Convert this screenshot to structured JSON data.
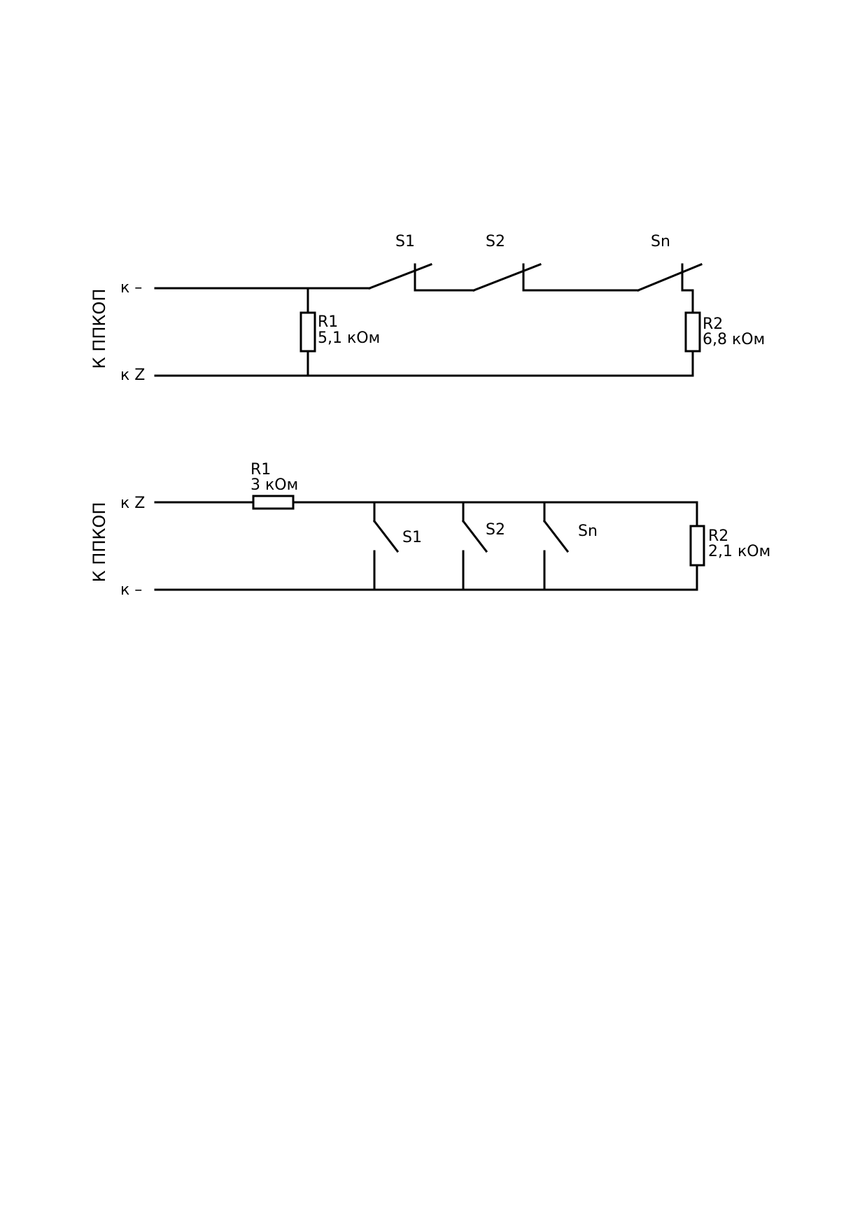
{
  "circuit1": {
    "side_label": "К ППКОП",
    "term_top": "к –",
    "term_bottom": "к Z",
    "r1": {
      "name": "R1",
      "value": "5,1 кОм"
    },
    "r2": {
      "name": "R2",
      "value": "6,8 кОм"
    },
    "switches": [
      "S1",
      "S2",
      "Sn"
    ]
  },
  "circuit2": {
    "side_label": "К ППКОП",
    "term_top": "к Z",
    "term_bottom": "к –",
    "r1": {
      "name": "R1",
      "value": "3 кОм"
    },
    "r2": {
      "name": "R2",
      "value": "2,1 кОм"
    },
    "switches": [
      "S1",
      "S2",
      "Sn"
    ]
  }
}
